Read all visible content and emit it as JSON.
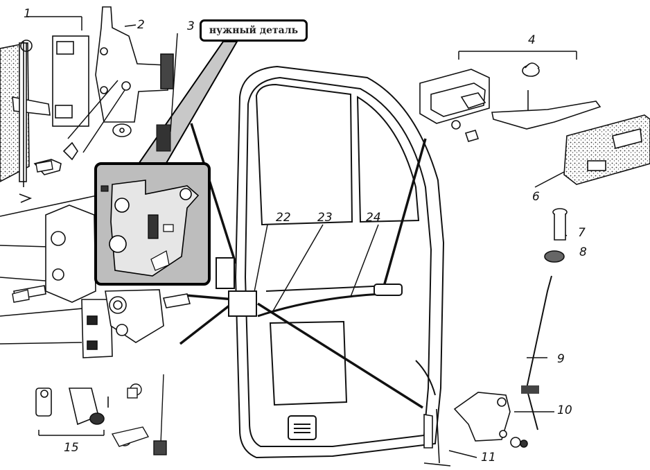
{
  "callout": {
    "text": "нужный деталь"
  },
  "part_numbers": [
    "1",
    "2",
    "3",
    "4",
    "6",
    "7",
    "8",
    "9",
    "10",
    "11",
    "15",
    "22",
    "23",
    "24"
  ],
  "colors": {
    "highlight_gray": "#bdbdbd",
    "ink": "#111111",
    "callout_border": "#000000"
  }
}
